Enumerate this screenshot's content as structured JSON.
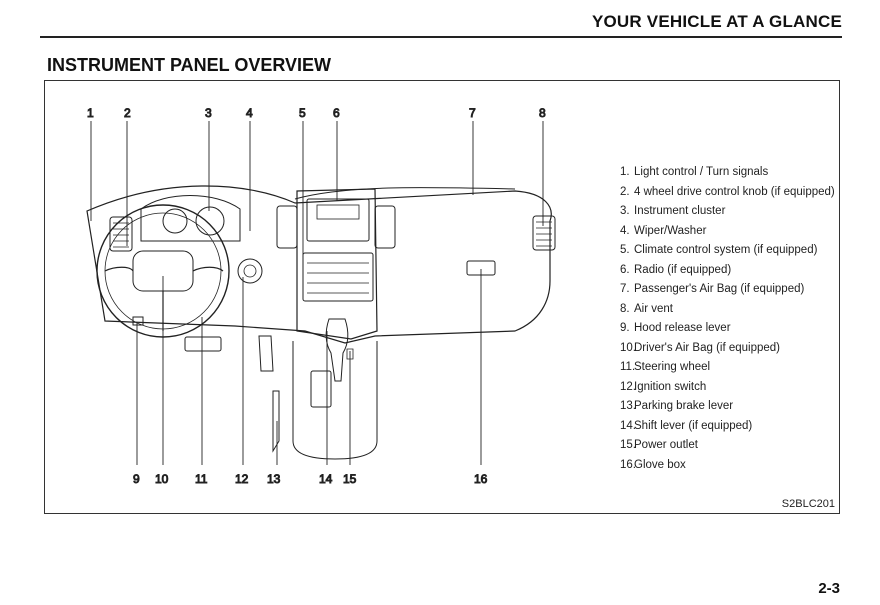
{
  "header": {
    "section_title": "YOUR VEHICLE AT A GLANCE"
  },
  "page": {
    "title": "INSTRUMENT PANEL OVERVIEW",
    "number": "2-3"
  },
  "figure": {
    "code": "S2BLC201",
    "callouts_top": [
      "1",
      "2",
      "3",
      "4",
      "5",
      "6",
      "7",
      "8"
    ],
    "callouts_bottom": [
      "9",
      "10",
      "11",
      "12",
      "13",
      "14",
      "15",
      "16"
    ],
    "legend": [
      {
        "num": "1.",
        "text": "Light control / Turn signals"
      },
      {
        "num": "2.",
        "text": "4 wheel drive control knob (if equipped)"
      },
      {
        "num": "3.",
        "text": "Instrument cluster"
      },
      {
        "num": "4.",
        "text": "Wiper/Washer"
      },
      {
        "num": "5.",
        "text": "Climate control system (if equipped)"
      },
      {
        "num": "6.",
        "text": "Radio (if equipped)"
      },
      {
        "num": "7.",
        "text": "Passenger's Air Bag (if equipped)"
      },
      {
        "num": "8.",
        "text": "Air vent"
      },
      {
        "num": "9.",
        "text": "Hood release lever"
      },
      {
        "num": "10.",
        "text": "Driver's Air Bag (if equipped)"
      },
      {
        "num": "11.",
        "text": "Steering wheel"
      },
      {
        "num": "12.",
        "text": "Ignition switch"
      },
      {
        "num": "13.",
        "text": "Parking brake lever"
      },
      {
        "num": "14.",
        "text": "Shift lever (if equipped)"
      },
      {
        "num": "15.",
        "text": "Power outlet"
      },
      {
        "num": "16.",
        "text": "Glove box"
      }
    ]
  }
}
